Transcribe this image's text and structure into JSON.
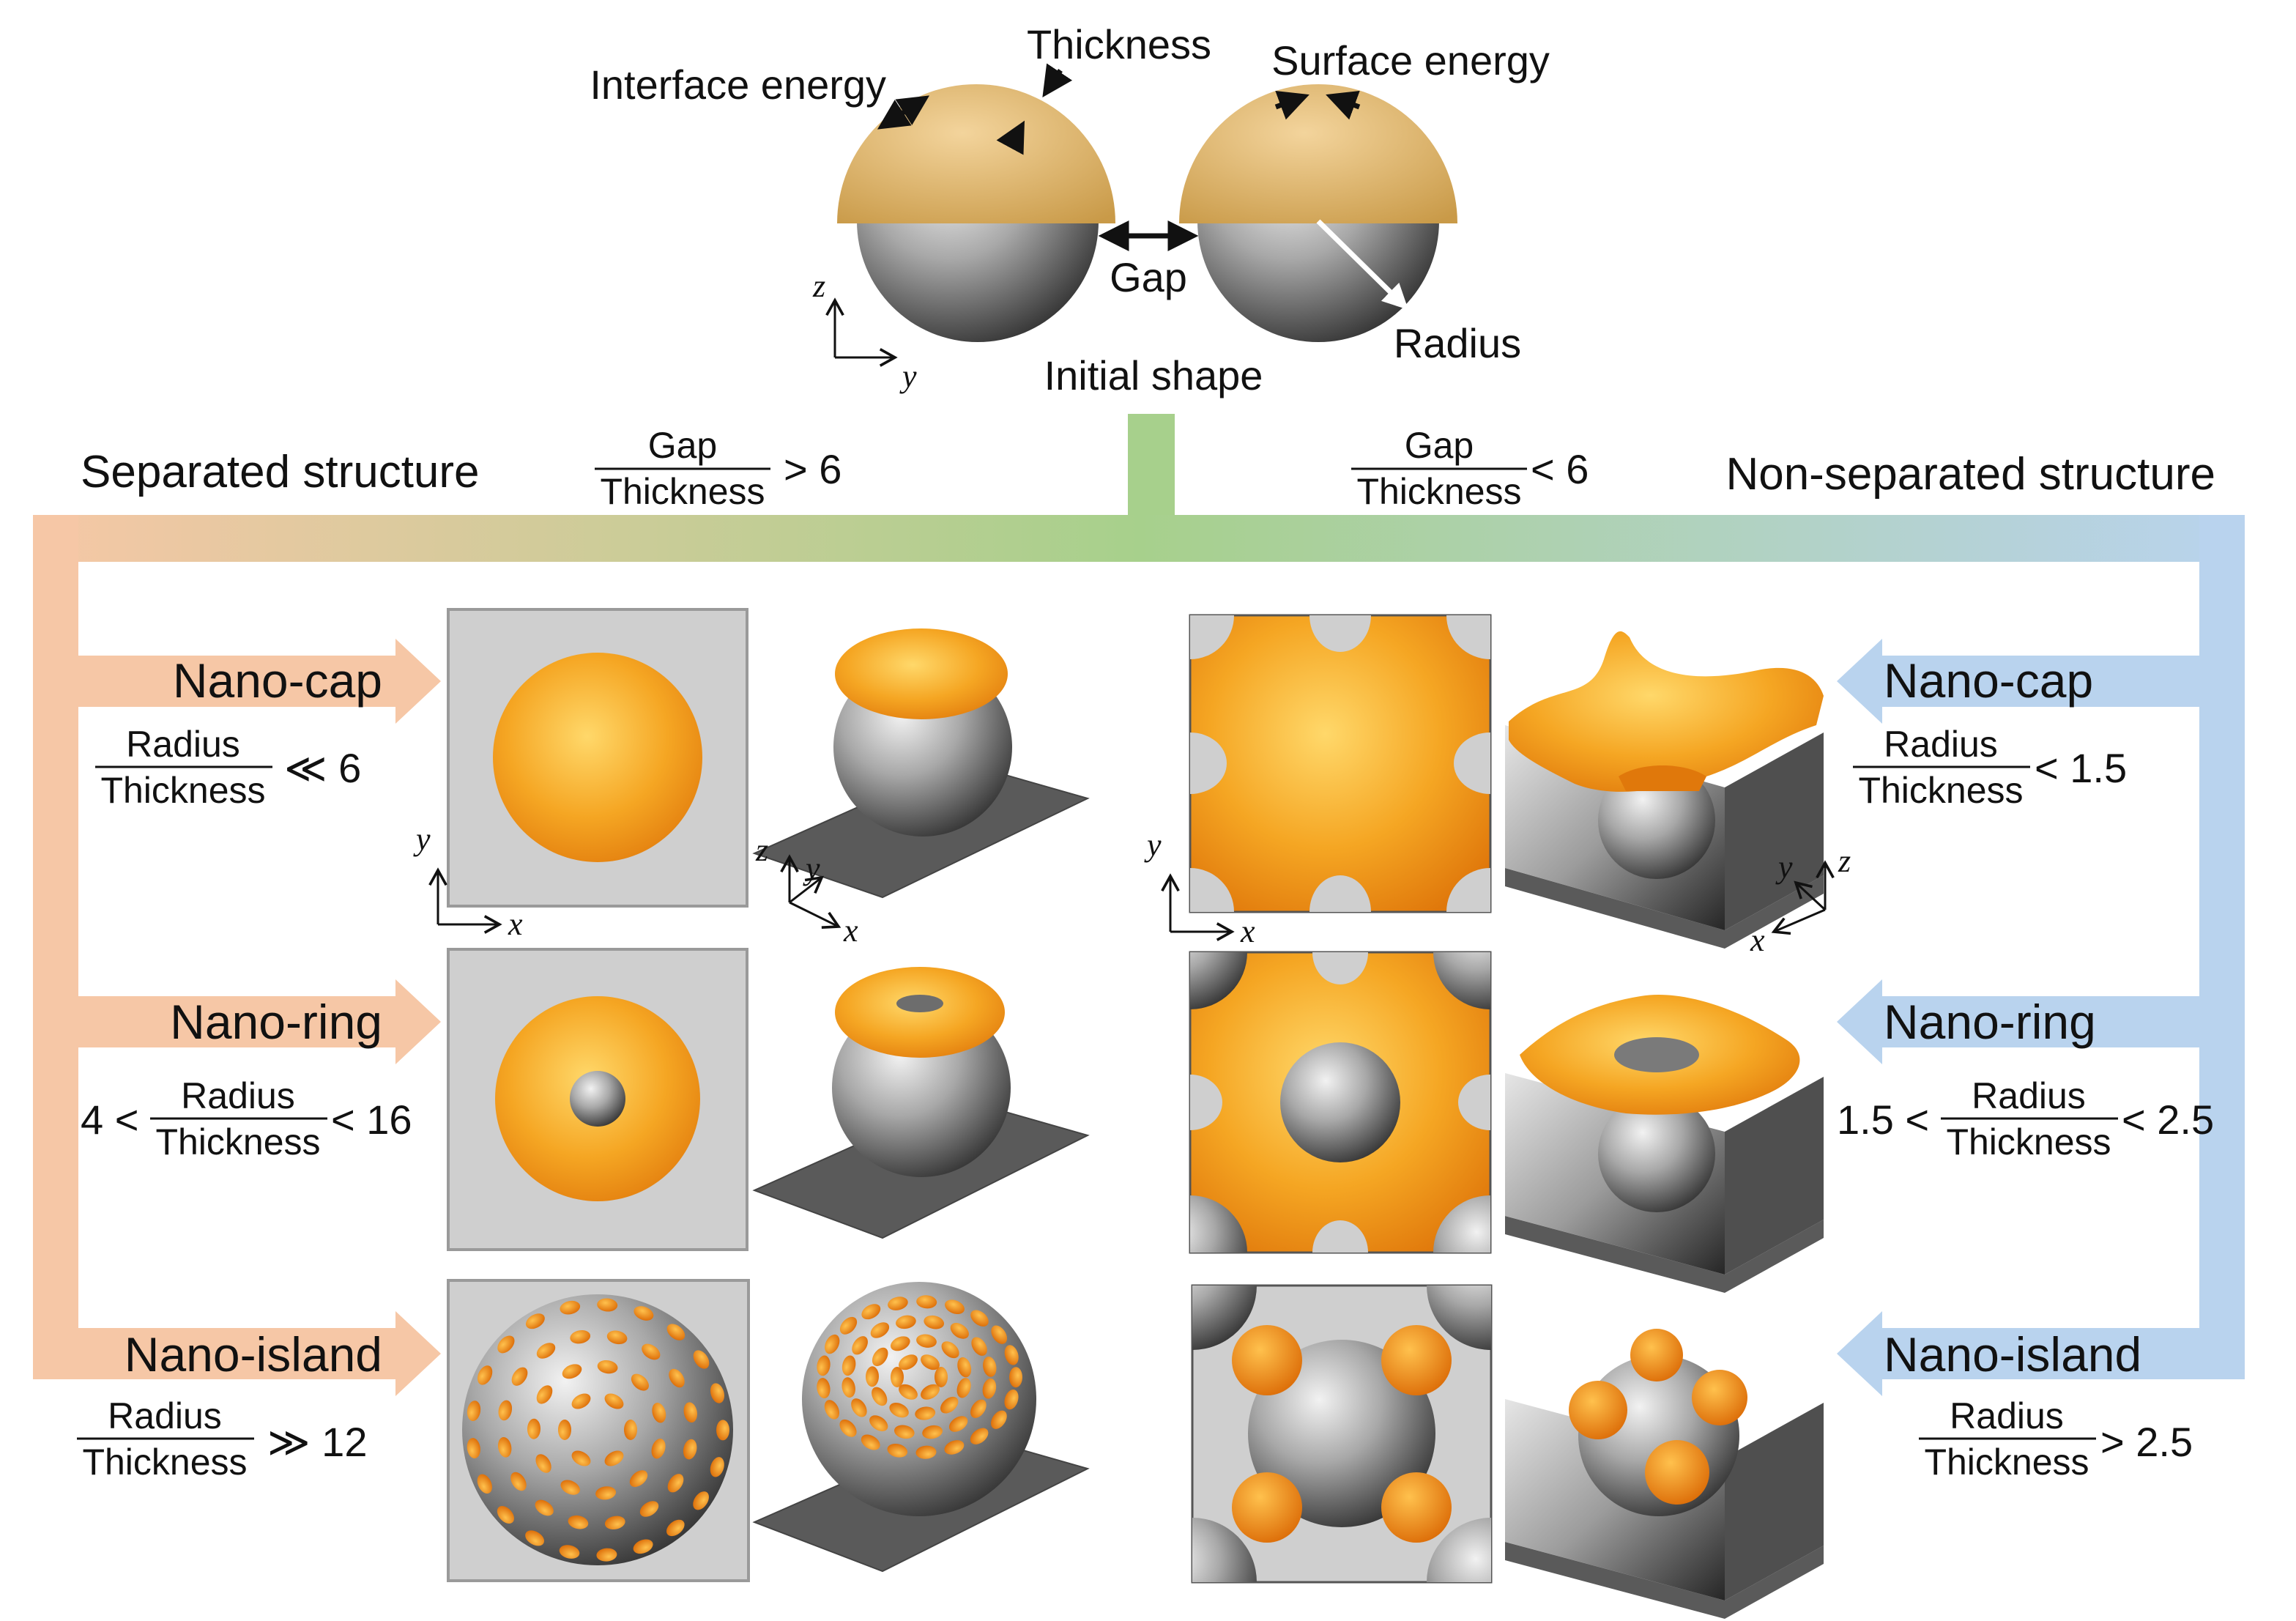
{
  "top": {
    "interface_energy": "Interface energy",
    "thickness": "Thickness",
    "surface_energy": "Surface energy",
    "gap": "Gap",
    "radius": "Radius",
    "initial_shape": "Initial shape",
    "axis_z": "z",
    "axis_y": "y"
  },
  "separated": {
    "title": "Separated structure",
    "condition": {
      "num": "Gap",
      "den": "Thickness",
      "rel": "> 6"
    },
    "rows": [
      {
        "name": "Nano-cap",
        "pre": "",
        "num": "Radius",
        "den": "Thickness",
        "post": "≪ 6"
      },
      {
        "name": "Nano-ring",
        "pre": "4 <",
        "num": "Radius",
        "den": "Thickness",
        "post": "< 16"
      },
      {
        "name": "Nano-island",
        "pre": "",
        "num": "Radius",
        "den": "Thickness",
        "post": "≫ 12"
      }
    ],
    "axes_top": {
      "x": "x",
      "y": "y"
    },
    "axes_iso": {
      "x": "x",
      "y": "y",
      "z": "z"
    }
  },
  "nonseparated": {
    "title": "Non-separated structure",
    "condition": {
      "num": "Gap",
      "den": "Thickness",
      "rel": "< 6"
    },
    "rows": [
      {
        "name": "Nano-cap",
        "pre": "",
        "num": "Radius",
        "den": "Thickness",
        "post": "< 1.5"
      },
      {
        "name": "Nano-ring",
        "pre": "1.5 <",
        "num": "Radius",
        "den": "Thickness",
        "post": "< 2.5"
      },
      {
        "name": "Nano-island",
        "pre": "",
        "num": "Radius",
        "den": "Thickness",
        "post": "> 2.5"
      }
    ],
    "axes_top": {
      "x": "x",
      "y": "y"
    },
    "axes_iso": {
      "x": "x",
      "y": "y",
      "z": "z"
    }
  },
  "colors": {
    "gold_shell": "#E3BC72",
    "orange": "#F28C16",
    "silver": "#9a9a9a",
    "left_branch": "#F6C7A6",
    "center_branch": "#A7D08C",
    "right_branch": "#B9D3EE"
  }
}
